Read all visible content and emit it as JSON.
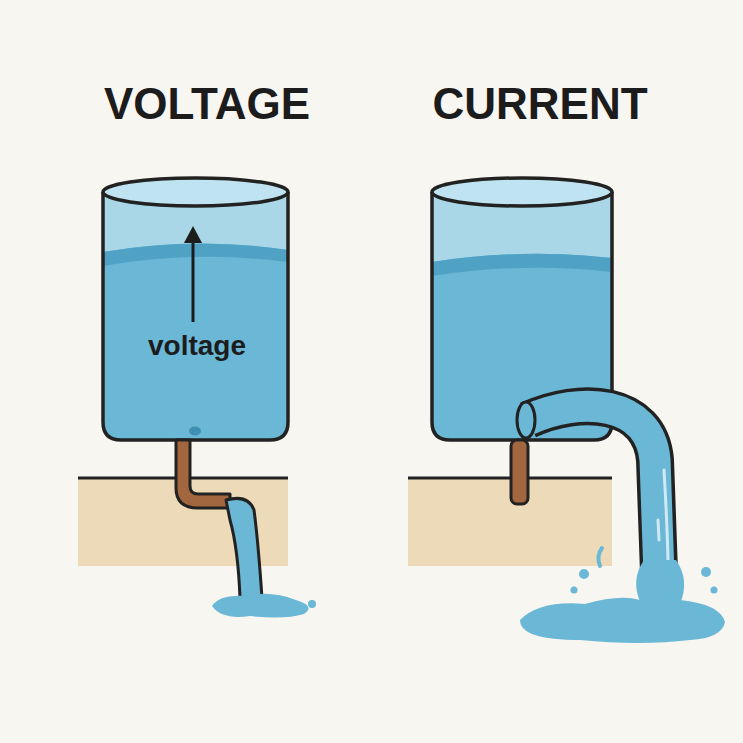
{
  "diagram": {
    "nodes": [
      {
        "text": [
          "VOLTAGE",
          "voltage"
        ]
      },
      {
        "text": [
          "CURRENT"
        ]
      }
    ]
  }
}
